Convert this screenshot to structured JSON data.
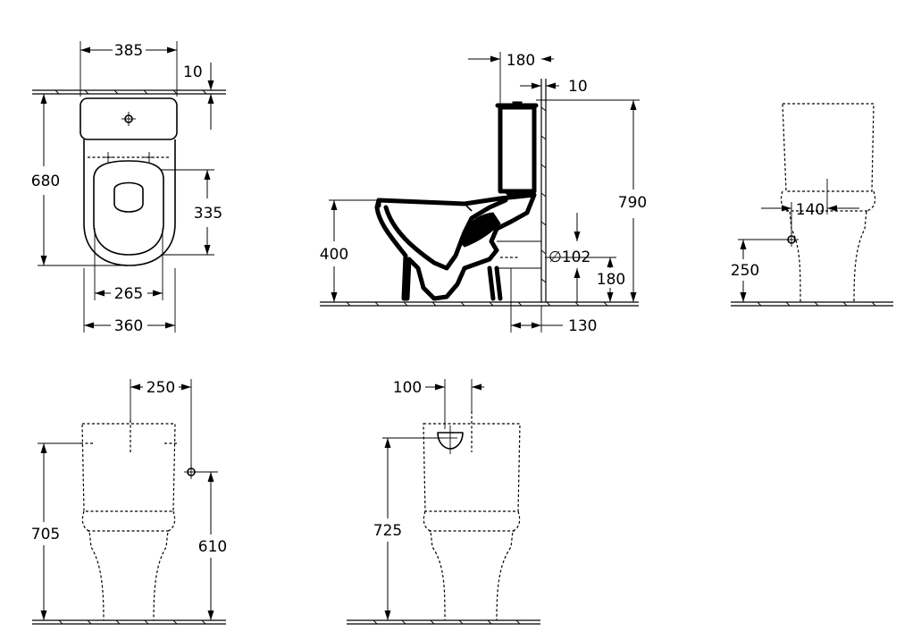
{
  "dimensions": {
    "top_view": {
      "overall_width": "385",
      "back_offset": "10",
      "depth": "680",
      "fixing_to_rear": "335",
      "fixing_spacing": "265",
      "base_width": "360"
    },
    "side_view": {
      "cistern_projection": "180",
      "wall_offset": "10",
      "total_height": "790",
      "seat_height": "400",
      "outlet_diameter": "∅102",
      "outlet_height": "180",
      "outlet_wall_distance": "130"
    },
    "front_view": {
      "inlet_offset": "140",
      "inlet_height": "250"
    },
    "rear_view_left": {
      "inlet_offset": "250",
      "overall_height": "705",
      "inlet_height": "610"
    },
    "rear_view_right": {
      "inlet_offset": "100",
      "overall_height": "725"
    }
  }
}
